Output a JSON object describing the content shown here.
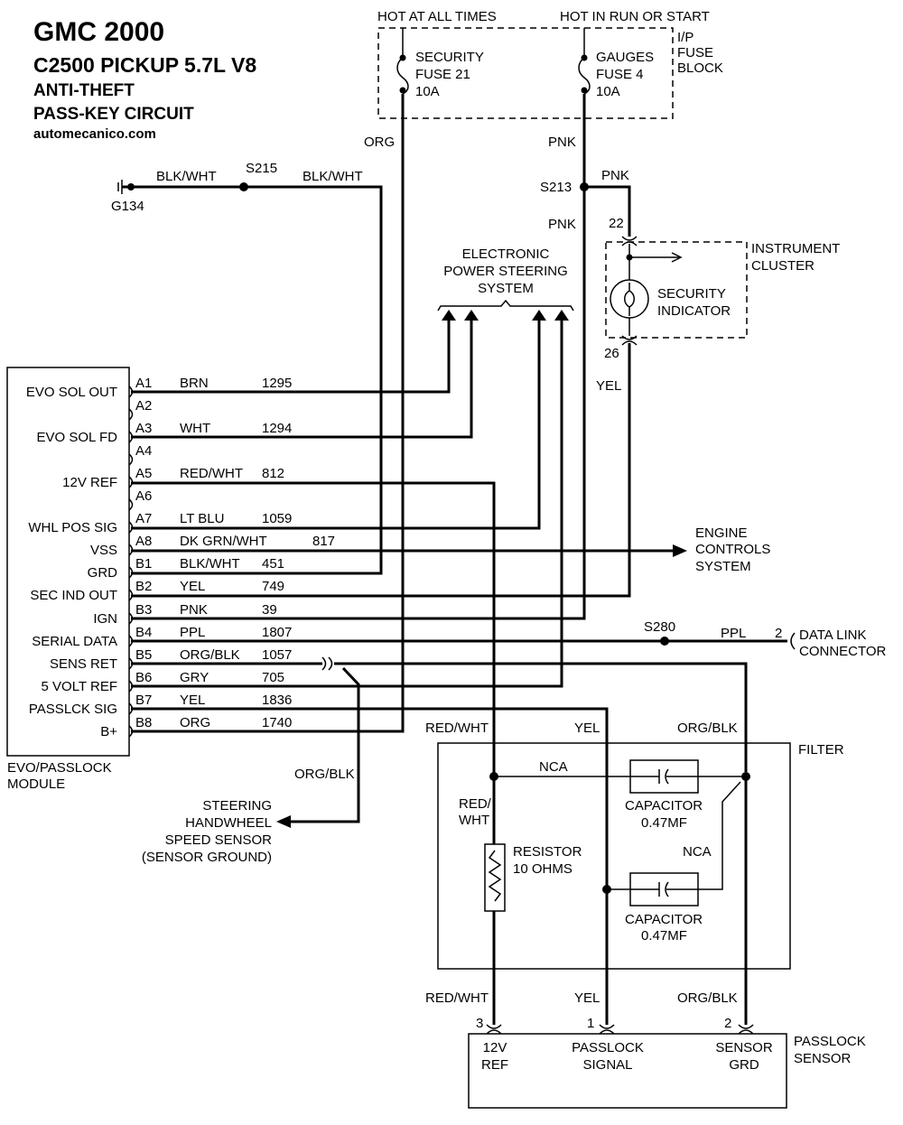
{
  "title": {
    "line1": "GMC 2000",
    "line2": "C2500 PICKUP 5.7L V8",
    "line3": "ANTI-THEFT",
    "line4": "PASS-KEY CIRCUIT",
    "site": "automecanico.com"
  },
  "fuse_block": {
    "hot_all": "HOT AT ALL TIMES",
    "hot_run": "HOT IN RUN OR START",
    "name1": "I/P",
    "name2": "FUSE",
    "name3": "BLOCK",
    "fuse1": {
      "name": "SECURITY",
      "num": "FUSE 21",
      "amp": "10A"
    },
    "fuse2": {
      "name": "GAUGES",
      "num": "FUSE 4",
      "amp": "10A"
    }
  },
  "wires_top": {
    "org": "ORG",
    "pnk": "PNK",
    "pnk2": "PNK",
    "pnk3": "PNK",
    "blk_wht_left": "BLK/WHT",
    "blk_wht_right": "BLK/WHT",
    "yel": "YEL"
  },
  "splices": {
    "s215": "S215",
    "s213": "S213",
    "s280": "S280",
    "g134": "G134"
  },
  "cluster": {
    "name1": "INSTRUMENT",
    "name2": "CLUSTER",
    "indicator1": "SECURITY",
    "indicator2": "INDICATOR",
    "pin_top": "22",
    "pin_bottom": "26"
  },
  "eps": {
    "line1": "ELECTRONIC",
    "line2": "POWER STEERING",
    "line3": "SYSTEM"
  },
  "engine": {
    "line1": "ENGINE",
    "line2": "CONTROLS",
    "line3": "SYSTEM"
  },
  "dlc": {
    "pin": "2",
    "wire": "PPL",
    "line1": "DATA LINK",
    "line2": "CONNECTOR"
  },
  "module": {
    "name1": "EVO/PASSLOCK",
    "name2": "MODULE",
    "pins": [
      {
        "label": "EVO SOL OUT",
        "pin": "A1",
        "color": "BRN",
        "circuit": "1295"
      },
      {
        "label": "",
        "pin": "A2",
        "color": "",
        "circuit": ""
      },
      {
        "label": "EVO SOL FD",
        "pin": "A3",
        "color": "WHT",
        "circuit": "1294"
      },
      {
        "label": "",
        "pin": "A4",
        "color": "",
        "circuit": ""
      },
      {
        "label": "12V REF",
        "pin": "A5",
        "color": "RED/WHT",
        "circuit": "812"
      },
      {
        "label": "",
        "pin": "A6",
        "color": "",
        "circuit": ""
      },
      {
        "label": "WHL POS SIG",
        "pin": "A7",
        "color": "LT BLU",
        "circuit": "1059"
      },
      {
        "label": "VSS",
        "pin": "A8",
        "color": "DK GRN/WHT",
        "circuit": "817"
      },
      {
        "label": "GRD",
        "pin": "B1",
        "color": "BLK/WHT",
        "circuit": "451"
      },
      {
        "label": "SEC IND OUT",
        "pin": "B2",
        "color": "YEL",
        "circuit": "749"
      },
      {
        "label": "IGN",
        "pin": "B3",
        "color": "PNK",
        "circuit": "39"
      },
      {
        "label": "SERIAL DATA",
        "pin": "B4",
        "color": "PPL",
        "circuit": "1807"
      },
      {
        "label": "SENS RET",
        "pin": "B5",
        "color": "ORG/BLK",
        "circuit": "1057"
      },
      {
        "label": "5 VOLT REF",
        "pin": "B6",
        "color": "GRY",
        "circuit": "705"
      },
      {
        "label": "PASSLCK SIG",
        "pin": "B7",
        "color": "YEL",
        "circuit": "1836"
      },
      {
        "label": "B+",
        "pin": "B8",
        "color": "ORG",
        "circuit": "1740"
      }
    ]
  },
  "steering_sensor": {
    "wire": "ORG/BLK",
    "line1": "STEERING",
    "line2": "HANDWHEEL",
    "line3": "SPEED SENSOR",
    "line4": "(SENSOR GROUND)"
  },
  "filter": {
    "name": "FILTER",
    "red_wht_top": "RED/WHT",
    "yel_top": "YEL",
    "org_blk_top": "ORG/BLK",
    "nca1": "NCA",
    "nca2": "NCA",
    "red1": "RED/",
    "red2": "WHT",
    "resistor1": "RESISTOR",
    "resistor2": "10 OHMS",
    "cap1a": "CAPACITOR",
    "cap1b": "0.47MF",
    "cap2a": "CAPACITOR",
    "cap2b": "0.47MF",
    "red_wht_bottom": "RED/WHT",
    "yel_bottom": "YEL",
    "org_blk_bottom": "ORG/BLK"
  },
  "passlock_sensor": {
    "name1": "PASSLOCK",
    "name2": "SENSOR",
    "pin3": "3",
    "pin1": "1",
    "pin2": "2",
    "t1a": "12V",
    "t1b": "REF",
    "t2a": "PASSLOCK",
    "t2b": "SIGNAL",
    "t3a": "SENSOR",
    "t3b": "GRD"
  }
}
